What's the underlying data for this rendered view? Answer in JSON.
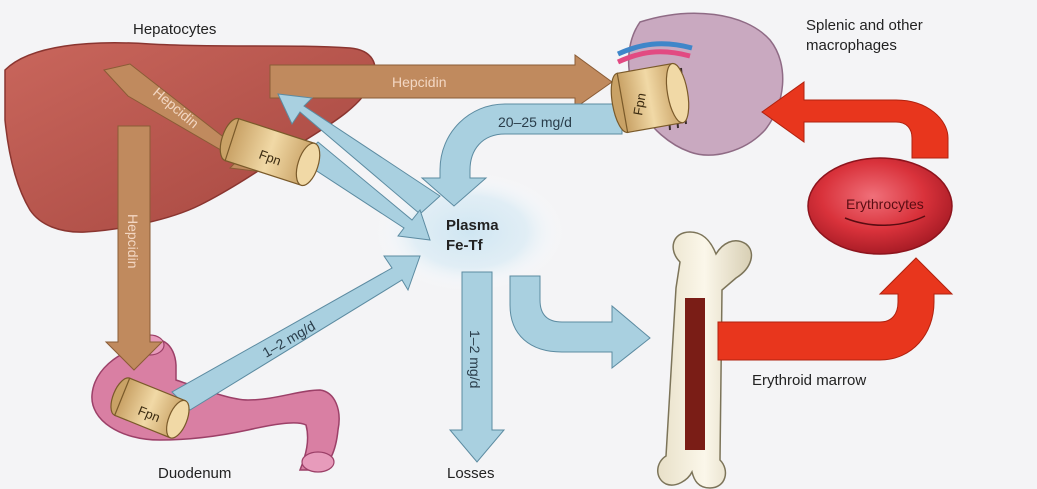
{
  "labels": {
    "hepatocytes": "Hepatocytes",
    "macrophages_line1": "Splenic and other",
    "macrophages_line2": "macrophages",
    "plasma_line1": "Plasma",
    "plasma_line2": "Fe-Tf",
    "erythrocytes": "Erythrocytes",
    "erythroid_marrow": "Erythroid marrow",
    "duodenum": "Duodenum",
    "losses": "Losses"
  },
  "arrows": {
    "hepcidin_to_spleen": "Hepcidin",
    "hepcidin_to_liver_fpn": "Hepcidin",
    "hepcidin_to_duodenum": "Hepcidin",
    "spleen_to_plasma_rate": "20–25 mg/d",
    "duodenum_to_plasma_rate": "1–2 mg/d",
    "losses_rate": "1–2 mg/d"
  },
  "fpn_labels": {
    "liver": "Fpn",
    "spleen": "Fpn",
    "duodenum": "Fpn"
  },
  "colors": {
    "hepcidin_arrow": "#c08a5e",
    "iron_flow_arrow": "#a9d0e0",
    "erythro_arrow": "#e8361d",
    "liver": "#b4524a",
    "spleen": "#c9a9c0",
    "rbc": "#d9323b",
    "fpn": "#e2c48c",
    "duodenum": "#d97fa3",
    "plasma_glow": "#cfe6f2"
  }
}
